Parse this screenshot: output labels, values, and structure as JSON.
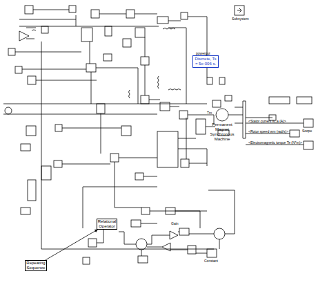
{
  "diagram": {
    "nodes": [
      {
        "text": [
          "Discrete, Ts = 5e-006 s."
        ]
      },
      {
        "text": [
          "Permanent Magnet Synchronous Machine"
        ]
      },
      {
        "text": [
          "Relational Operator"
        ]
      },
      {
        "text": [
          "Repeating Sequence"
        ]
      }
    ],
    "edges": [
      {
        "from": 3,
        "to": 2,
        "arrow": "to"
      }
    ],
    "labels": [
      "powergui",
      "Tm",
      "<Stator current is_a (A)>",
      "<Rotor speed wm (rad/s)>",
      "<Electromagnetic torque Te (N*m)>",
      "Scope",
      "Gain",
      "Constant",
      "Subsystem"
    ]
  }
}
